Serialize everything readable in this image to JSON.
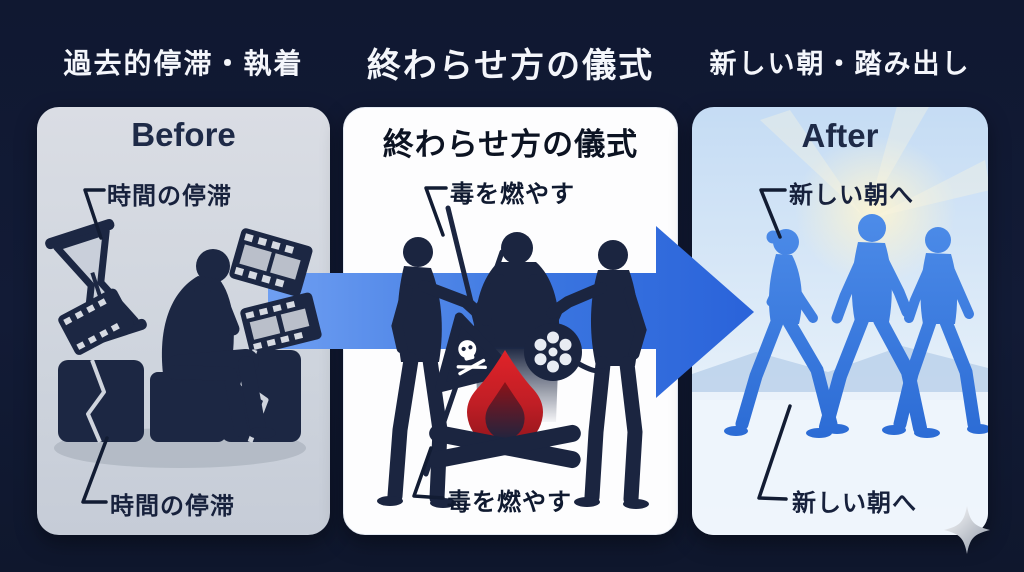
{
  "headers": {
    "left": "過去的停滞・執着",
    "center": "終わらせ方の儀式",
    "right": "新しい朝・踏み出し"
  },
  "panels": {
    "before": {
      "title": "Before",
      "top_label": "時間の停滞",
      "bottom_label": "時間の停滞",
      "icons": [
        "hourglass-icon",
        "despair-person",
        "film-strip-icon",
        "broken-block-icon",
        "shadow-ellipse"
      ]
    },
    "ritual": {
      "title": "終わらせ方の儀式",
      "top_label": "毒を燃やす",
      "bottom_label": "毒を燃やす",
      "icons": [
        "poison-sign-icon",
        "film-reel-icon",
        "campfire-icon",
        "stick-icon",
        "figure-silhouettes"
      ]
    },
    "after": {
      "title": "After",
      "top_label": "新しい朝へ",
      "bottom_label": "新しい朝へ",
      "icons": [
        "walking-people",
        "sun-glow",
        "horizon-hills",
        "sparkle-icon"
      ]
    }
  },
  "arrow": {
    "direction": "right",
    "meaning": "transformation"
  },
  "colors": {
    "background_navy": "#121b36",
    "panel_gray": "#d2d7df",
    "panel_white": "#fdfdfe",
    "panel_sky": "#d7e7f7",
    "accent_arrow_blue": "#3b76e0",
    "walking_people_blue": "#2e74dd",
    "silhouette_navy": "#1c2743",
    "fire_red": "#d3202a",
    "header_text": "#f4f6fb"
  }
}
